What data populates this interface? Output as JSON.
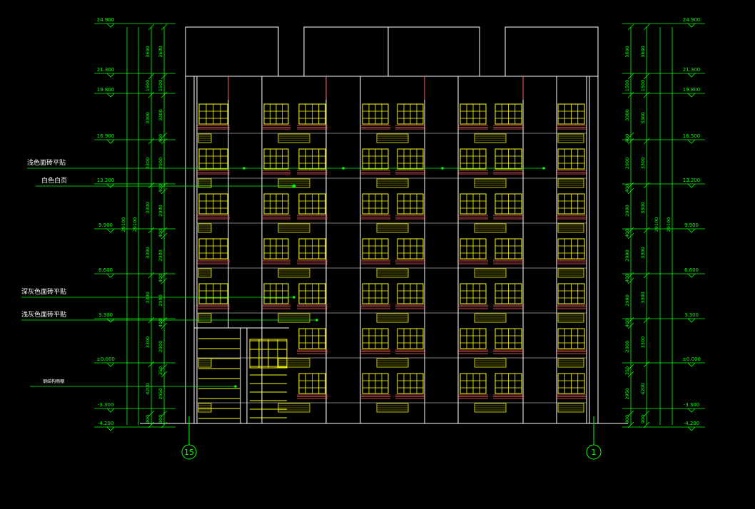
{
  "drawing": {
    "background": "#000000",
    "colors": {
      "green": "#00ff00",
      "white": "#ffffff",
      "yellow": "#ffff00",
      "olive": "#c8c800",
      "red": "#ff6060"
    },
    "elevations": [
      "24.900",
      "21.300",
      "19.800",
      "16.500",
      "13.200",
      "9.900",
      "6.600",
      "3.300",
      "±0.000",
      "-3.300",
      "-4.200"
    ],
    "left_elevations": [
      "24.900",
      "21.300",
      "19.800",
      "16.900",
      "13.200",
      "9.900",
      "6.600",
      "3.300",
      "±0.000",
      "-3.300",
      "-4.200"
    ],
    "dims_col_a_left": [
      "3600",
      "1500",
      "3300",
      "3300",
      "3300",
      "3300",
      "3300",
      "3300",
      "4200",
      "900"
    ],
    "dims_col_b_left": [
      "3600",
      "1500",
      "3300",
      "400",
      "2900",
      "400",
      "2900",
      "400",
      "2900",
      "400",
      "2900",
      "400",
      "2900",
      "350",
      "2950",
      "900"
    ],
    "dims_col_a_right": [
      "3600",
      "1500",
      "3300",
      "400",
      "2900",
      "400",
      "2900",
      "400",
      "2900",
      "400",
      "2900",
      "400",
      "2900",
      "350",
      "2950",
      "900"
    ],
    "dims_col_b_right": [
      "3600",
      "1500",
      "3300",
      "3300",
      "3300",
      "3300",
      "3300",
      "3300",
      "4200",
      "900"
    ],
    "total_dim": "29100",
    "axis_left": "15",
    "axis_right": "1",
    "callouts": [
      "浅色面砖平贴",
      "白色白页",
      "深灰色面砖平贴",
      "浅灰色面砖平贴",
      "钢结构雨棚"
    ]
  }
}
